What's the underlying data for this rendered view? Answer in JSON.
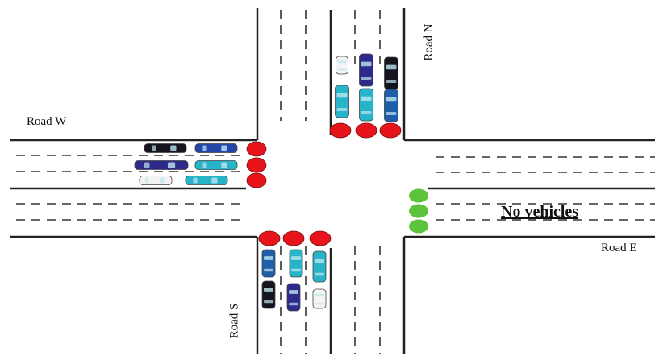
{
  "labels": {
    "road_w": "Road W",
    "road_e": "Road E",
    "road_n": "Road N",
    "road_s": "Road S",
    "road_e_status": "No vehicles"
  },
  "colors": {
    "road_edge": "#222222",
    "lane_dash": "#333333",
    "signal_red": "#e8141c",
    "signal_green": "#5cc33a",
    "car_black": "#15151f",
    "car_royal": "#2445a8",
    "car_navy": "#2d2a8c",
    "car_teal": "#27b4c8",
    "car_white": "#f4f4f4",
    "car_blue": "#1f5ea8"
  },
  "signals": {
    "north": [
      "red",
      "red",
      "red"
    ],
    "west": [
      "red",
      "red",
      "red"
    ],
    "south": [
      "red",
      "red",
      "red"
    ],
    "east": [
      "green",
      "green",
      "green"
    ]
  },
  "vehicles": {
    "north": [
      "white",
      "navy",
      "black",
      "teal",
      "teal",
      "blue"
    ],
    "west": [
      "black",
      "royal",
      "navy",
      "teal",
      "white",
      "teal"
    ],
    "south": [
      "blue",
      "teal",
      "teal",
      "black",
      "navy",
      "white"
    ],
    "east": []
  }
}
